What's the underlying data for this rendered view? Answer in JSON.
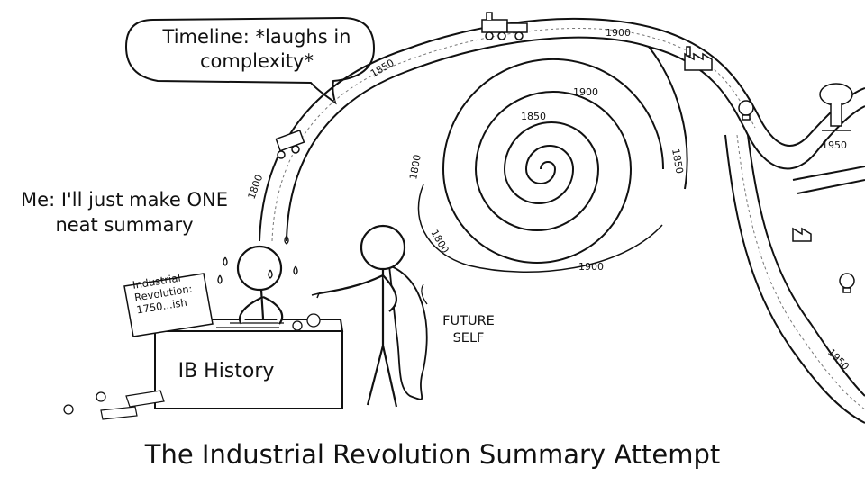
{
  "speech_bubble": {
    "text": "Timeline: *laughs in complexity*"
  },
  "me_caption": {
    "text": "Me: I'll just make ONE neat summary"
  },
  "sticky_note": {
    "text": "Industrial Revolution: 1750...ish"
  },
  "desk": {
    "label": "IB History"
  },
  "future_self": {
    "label": "FUTURE SELF"
  },
  "timeline_years": {
    "y1800_left": "1800",
    "y1850_top": "1850",
    "y1900_top": "1900",
    "y1850_spiral": "1850",
    "y1900_spiral": "1900",
    "y1800_spiral": "1800",
    "y1850_spiral_right": "1850",
    "y1900_spiral_bottom": "1900",
    "y1950_right": "1950",
    "y1950_bottom": "1950"
  },
  "title": "The Industrial Revolution Summary Attempt"
}
